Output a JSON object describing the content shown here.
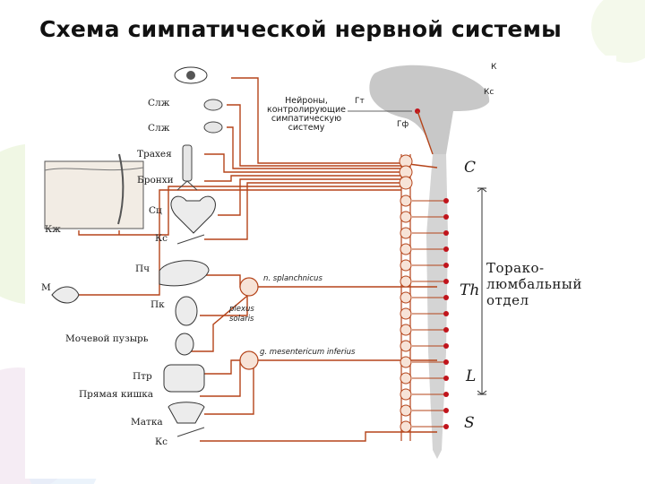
{
  "title": "Схема симпатической нервной системы",
  "organs": {
    "slzh1": "Слж",
    "slzh2": "Слж",
    "trachea": "Трахея",
    "bronchi": "Бронхи",
    "heart": "Сц",
    "vessels1": "Кс",
    "liver": "Пч",
    "kidney": "Пк",
    "bladder": "Мочевой пузырь",
    "intestine": "Птр",
    "rectum": "Прямая кишка",
    "uterus": "Матка",
    "vessels2": "Кс",
    "skin": "Кж",
    "muscle": "М"
  },
  "brain": {
    "k": "К",
    "ks": "Кс",
    "gt": "Гт",
    "gf": "Гф",
    "neuron_note": "Нейроны,\nконтролирующие\nсимпатическую\nсистему"
  },
  "cord_regions": {
    "c": "C",
    "th": "Th",
    "l": "L",
    "s": "S"
  },
  "ganglia": {
    "splanchnicus": "n. splanchnicus",
    "plexus": "plexus\nsolaris",
    "mesenteric": "g. mesentericum inferius"
  },
  "thoracolumbar": "Торако-\nлюмбальный\nотдел",
  "colors": {
    "nerve": "#b5441a",
    "node": "#c0141c",
    "cord": "#d0d0d0"
  }
}
